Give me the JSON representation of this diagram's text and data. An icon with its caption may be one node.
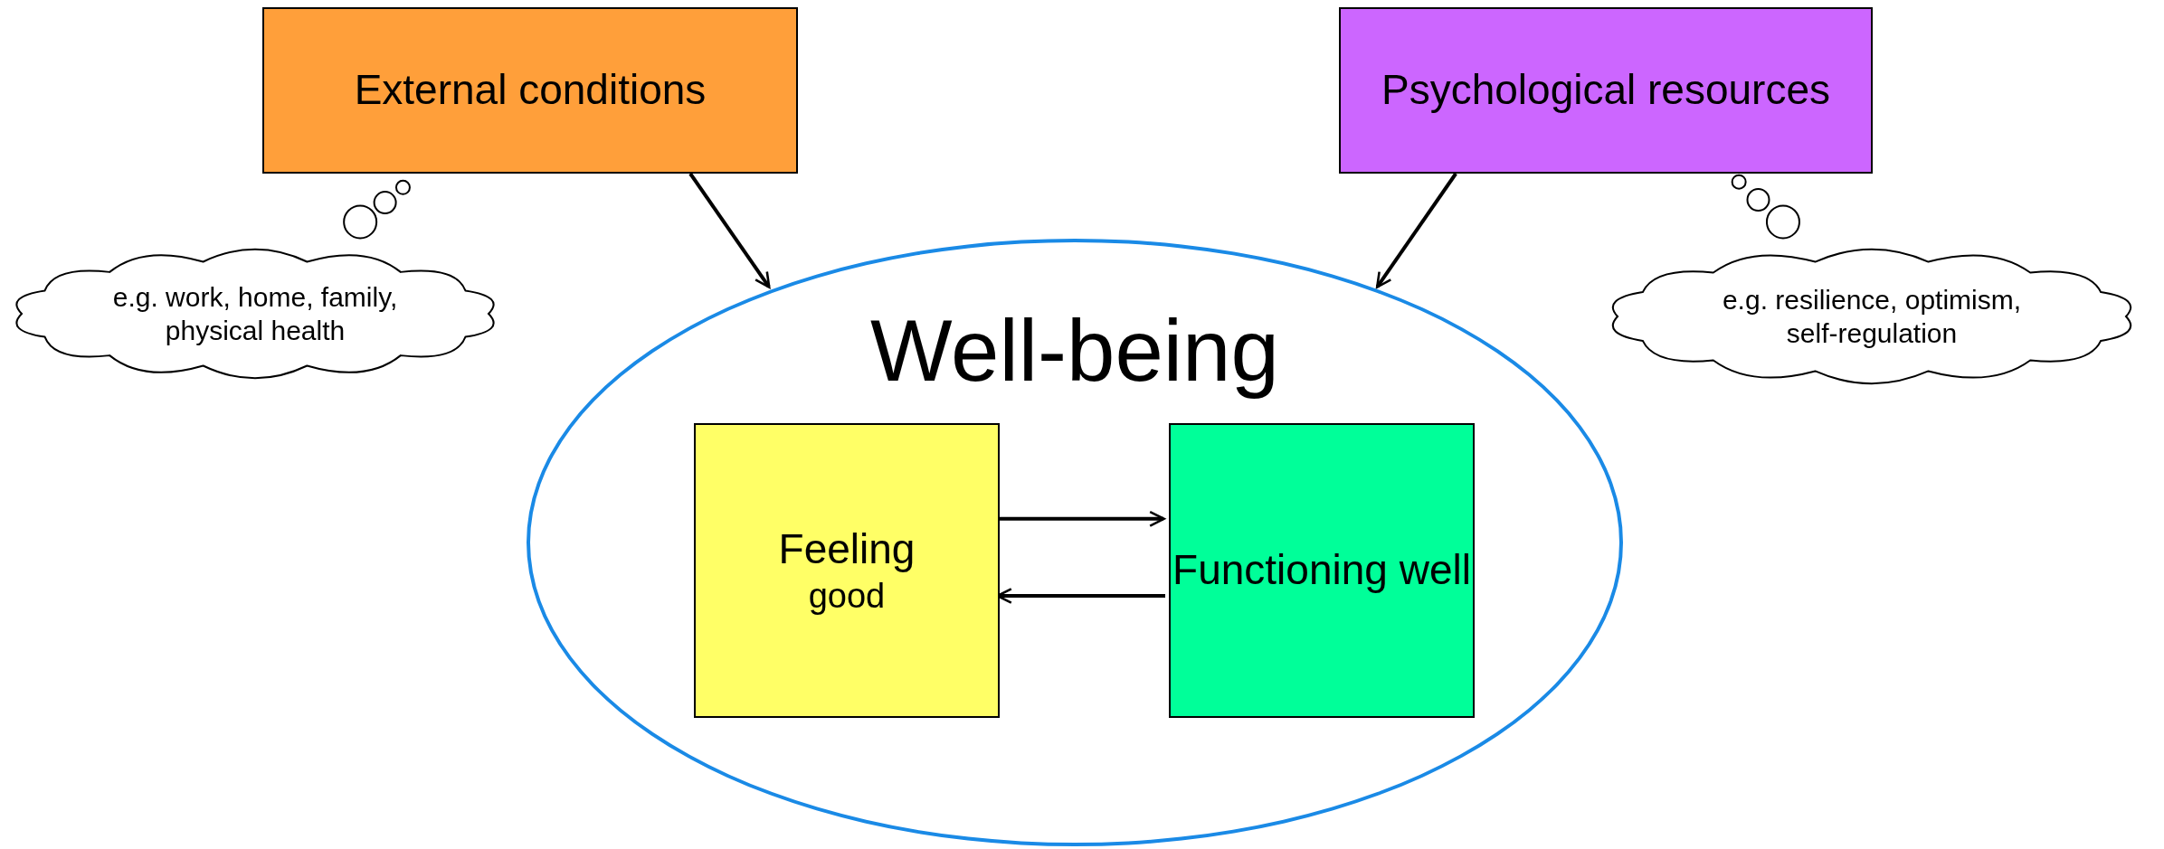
{
  "diagram": {
    "nodes": [
      {
        "text": [
          "External conditions"
        ]
      },
      {
        "text": [
          "e.g. work, home, family, physical health"
        ]
      },
      {
        "text": [
          "Psychological resources"
        ]
      },
      {
        "text": [
          "e.g. resilience, optimism, self-regulation"
        ]
      },
      {
        "text": [
          "Well-being"
        ]
      },
      {
        "text": [
          "Feeling",
          "good"
        ],
        "in": 4
      },
      {
        "text": [
          "Functioning well"
        ],
        "in": 4
      }
    ],
    "edges": [
      {
        "from": 0,
        "to": 4,
        "arrow": "to"
      },
      {
        "from": 2,
        "to": 4,
        "arrow": "to"
      },
      {
        "from": 5,
        "to": 6,
        "arrow": "to"
      },
      {
        "from": 6,
        "to": 5,
        "arrow": "to"
      }
    ]
  }
}
